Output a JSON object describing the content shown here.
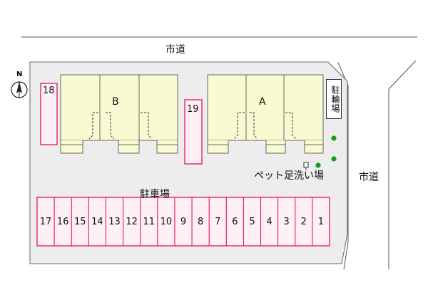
{
  "labels": {
    "road_top": "市道",
    "road_right": "市道",
    "parking_lot": "駐車場",
    "bike_parking": "駐輪場",
    "pet_wash": "ペット足洗い場",
    "compass": "N"
  },
  "buildings": [
    {
      "name": "B"
    },
    {
      "name": "A"
    }
  ],
  "standalone_slots": [
    "18",
    "19"
  ],
  "parking_slots": [
    "17",
    "16",
    "15",
    "14",
    "13",
    "12",
    "11",
    "10",
    "9",
    "8",
    "7",
    "6",
    "5",
    "4",
    "3",
    "2",
    "1"
  ],
  "colors": {
    "building": "#fafad2",
    "slot_fill": "#fff0f5",
    "slot_border": "#e4004f",
    "lot": "#ededed",
    "tree": "#1a9a1a"
  }
}
